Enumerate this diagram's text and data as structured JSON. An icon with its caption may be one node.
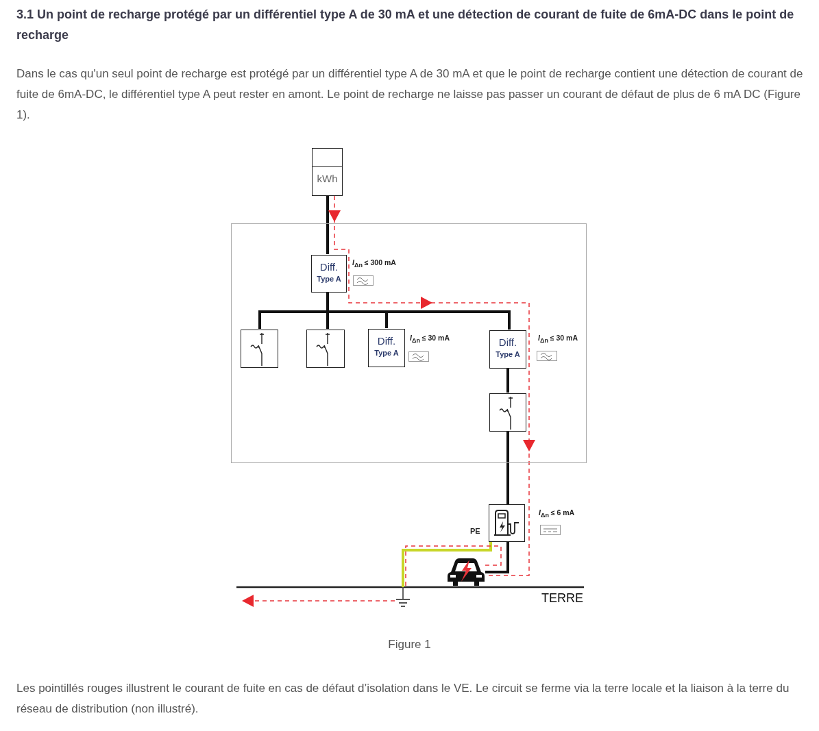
{
  "diagram": {
    "title": "3.1 Un point de recharge protégé par un différentiel type A de 30 mA et une détection de courant de fuite de 6mA-DC dans le point de recharge",
    "caption": "Figure 1",
    "nodes": [
      {
        "text": [
          "kWh"
        ]
      },
      {
        "text": [],
        "shape": "box"
      },
      {
        "text": [
          "Diff.",
          "Type A"
        ],
        "in": 1,
        "beside": [
          "*I*$_{Δn}$ ≤ 300 mA"
        ]
      },
      {
        "text": [],
        "shape": "box",
        "in": 1
      },
      {
        "text": [],
        "shape": "box",
        "in": 1
      },
      {
        "text": [
          "Diff.",
          "Type A"
        ],
        "in": 1,
        "beside": [
          "*I*$_{Δn}$ ≤ 30 mA"
        ]
      },
      {
        "text": [
          "Diff.",
          "Type A"
        ],
        "in": 1,
        "beside": [
          "*I*$_{Δn}$ ≤ 30 mA"
        ]
      },
      {
        "text": [],
        "shape": "box",
        "in": 1
      },
      {
        "text": [],
        "shape": "box",
        "beside": [
          "*I*$_{Δn}$ ≤ 6 mA"
        ]
      },
      {
        "text": [],
        "shape": "picture"
      },
      {
        "text": [],
        "shape": "picture"
      }
    ],
    "edges": [
      {
        "from": 0,
        "to": 2,
        "arrow": "none"
      },
      {
        "from": 2,
        "to": 3,
        "arrow": "none"
      },
      {
        "from": 2,
        "to": 4,
        "arrow": "none"
      },
      {
        "from": 2,
        "to": 5,
        "arrow": "none"
      },
      {
        "from": 2,
        "to": 6,
        "arrow": "none"
      },
      {
        "from": 6,
        "to": 7,
        "arrow": "none"
      },
      {
        "from": 7,
        "to": 8,
        "arrow": "none"
      },
      {
        "from": 8,
        "to": 9,
        "arrow": "none"
      },
      {
        "from": 8,
        "to": 10,
        "arrow": "none",
        "color": "#c8d628"
      },
      {
        "from": 0,
        "to": 9,
        "arrow": "to",
        "style": "dashed",
        "color": "#e8343b"
      },
      {
        "from": 9,
        "to": 10,
        "arrow": "none",
        "style": "dashed",
        "color": "#e8343b"
      },
      {
        "from": 10,
        "to": null,
        "arrow": "to",
        "style": "dashed",
        "color": "#e8343b"
      }
    ],
    "labels": [
      "Dans le cas qu'un seul point de recharge est protégé par un différentiel type A de 30 mA et que le point de recharge contient une détection de courant de fuite de 6mA-DC, le différentiel type A peut rester en amont. Le point de recharge ne laisse pas passer un courant de défaut de plus de 6 mA DC (Figure 1).",
      "PE",
      "TERRE",
      "Les pointillés rouges illustrent le courant de fuite en cas de défaut d’isolation dans le VE. Le circuit se ferme via la terre locale et la liaison à la terre du réseau de distribution (non illustré)."
    ]
  }
}
